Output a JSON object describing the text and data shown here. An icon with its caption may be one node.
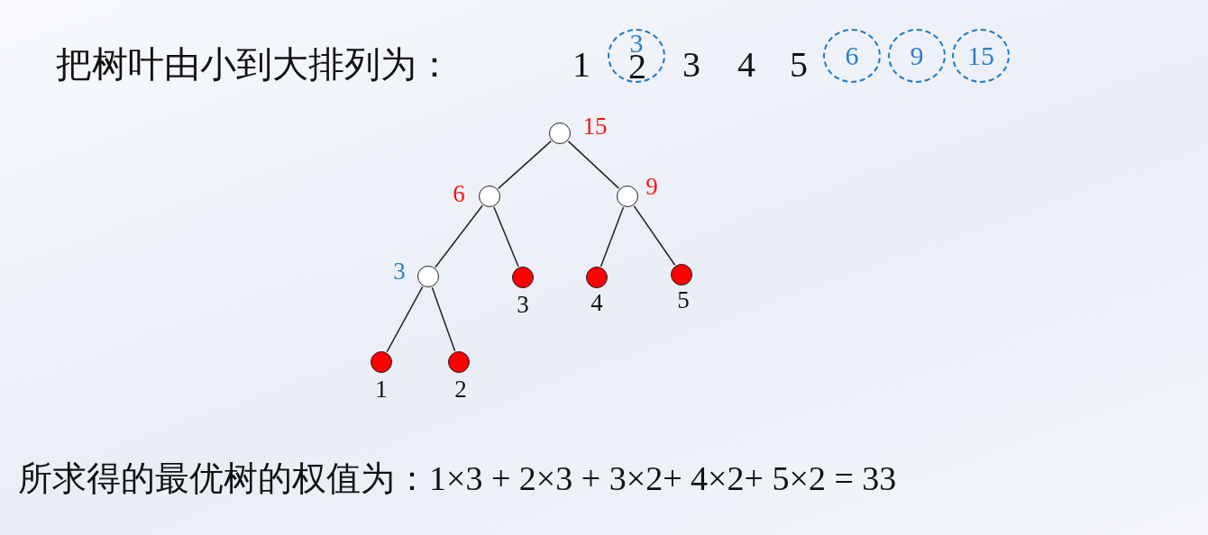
{
  "diagram": {
    "title": "把树叶由小到大排列为：",
    "nodes": [
      {
        "text": [
          "3"
        ]
      },
      {
        "text": [
          "6"
        ]
      },
      {
        "text": [
          "9"
        ]
      },
      {
        "text": [
          "15"
        ]
      },
      {
        "text": [],
        "shape": "circle",
        "beside": [
          "15"
        ]
      },
      {
        "text": [],
        "shape": "circle",
        "beside": [
          "6"
        ]
      },
      {
        "text": [],
        "shape": "circle",
        "beside": [
          "9"
        ]
      },
      {
        "text": [],
        "shape": "circle",
        "beside": [
          "3"
        ]
      },
      {
        "text": [],
        "shape": "circle",
        "beside": [
          "3"
        ]
      },
      {
        "text": [],
        "shape": "circle",
        "beside": [
          "4"
        ]
      },
      {
        "text": [],
        "shape": "circle",
        "beside": [
          "5"
        ]
      },
      {
        "text": [],
        "shape": "circle",
        "beside": [
          "1"
        ]
      },
      {
        "text": [],
        "shape": "circle",
        "beside": [
          "2"
        ]
      }
    ],
    "edges": [
      {
        "from": 4,
        "to": 5,
        "arrow": "none"
      },
      {
        "from": 4,
        "to": 6,
        "arrow": "none"
      },
      {
        "from": 5,
        "to": 7,
        "arrow": "none"
      },
      {
        "from": 5,
        "to": 8,
        "arrow": "none"
      },
      {
        "from": 6,
        "to": 9,
        "arrow": "none"
      },
      {
        "from": 6,
        "to": 10,
        "arrow": "none"
      },
      {
        "from": 7,
        "to": 11,
        "arrow": "none"
      },
      {
        "from": 7,
        "to": 12,
        "arrow": "none"
      }
    ],
    "labels": [
      "1",
      "2",
      "3",
      "4",
      "5"
    ],
    "caption": "所求得的最优树的权值为：1×3 + 2×3 + 3×2+ 4×2+ 5×2 = 33"
  }
}
